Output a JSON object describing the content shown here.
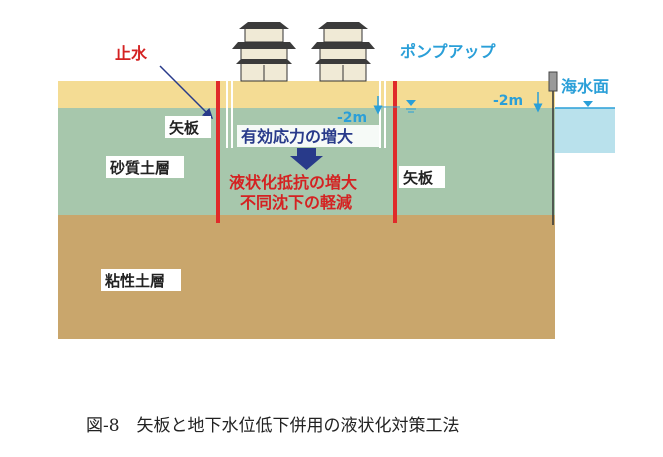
{
  "labels": {
    "cutoff": "止水",
    "pump_up": "ポンプアップ",
    "sea_level": "海水面",
    "sheet_pile_left": "矢板",
    "sheet_pile_right": "矢板",
    "depth_inner": "-2m",
    "depth_outer": "-2m",
    "effective_stress": "有効応力の増大",
    "liquefaction_resistance": "液状化抵抗の増大",
    "settlement_reduction": "不同沈下の軽減",
    "sandy_layer": "砂質土層",
    "clay_layer": "粘性土層"
  },
  "caption": "図-8　矢板と地下水位低下併用の液状化対策工法",
  "colors": {
    "top_soil": "#f4dc94",
    "sandy_layer": "#a7c7ac",
    "clay_layer": "#c9a66c",
    "sea_water": "#b9e1ec",
    "sheet_pile": "#e02a2a",
    "cutoff_text": "#d42222",
    "pump_text": "#2a9fd8",
    "effective_stress_text": "#283a8a",
    "red_text": "#d42222"
  }
}
